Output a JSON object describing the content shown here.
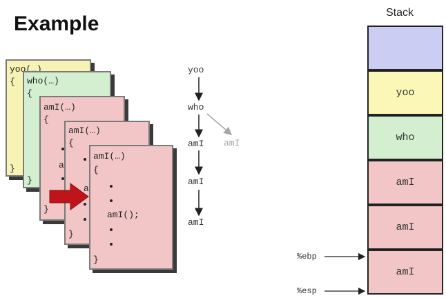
{
  "title": "Example",
  "frames": {
    "yoo": {
      "header": "yoo(…)",
      "brace_open": "{",
      "brace_close": "}"
    },
    "who": {
      "header": "who(…)",
      "brace_open": "{",
      "brace_close": "}"
    },
    "ami1": {
      "header": "amI(…)",
      "brace_open": "{",
      "partial": "a",
      "brace_close": "}"
    },
    "ami2": {
      "header": "amI(…)",
      "brace_open": "{",
      "partial": "a",
      "brace_close": "}"
    },
    "ami3": {
      "header": "amI(…)",
      "brace_open": "{",
      "call": "amI();",
      "brace_close": "}"
    }
  },
  "call_chain": {
    "nodes": [
      "yoo",
      "who",
      "amI",
      "amI",
      "amI"
    ],
    "branch": "amI"
  },
  "stack": {
    "title": "Stack",
    "cells": [
      {
        "label": "",
        "color": "#cccdf2"
      },
      {
        "label": "yoo",
        "color": "#fbf8b7"
      },
      {
        "label": "who",
        "color": "#d4efcf"
      },
      {
        "label": "amI",
        "color": "#f2c6c6"
      },
      {
        "label": "amI",
        "color": "#f2c6c6"
      },
      {
        "label": "amI",
        "color": "#f2c6c6"
      }
    ]
  },
  "registers": {
    "ebp": "%ebp",
    "esp": "%esp"
  },
  "colors": {
    "arrow_red": "#c0141b",
    "faded": "#a7a7a7"
  }
}
